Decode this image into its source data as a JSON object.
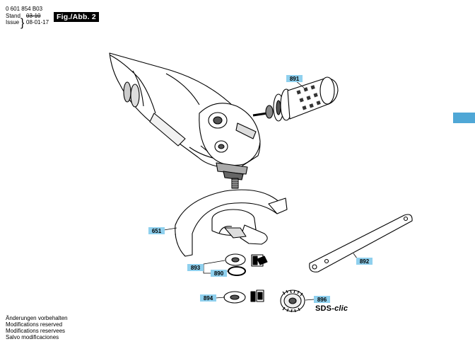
{
  "header": {
    "doc_number": "0 601 854 B03",
    "stand_label": "Stand",
    "stand_value": "03-10",
    "issue_label": "Issue",
    "issue_value": "08-01-17",
    "figure_label": "Fig./Abb. 2"
  },
  "callouts": {
    "c891": "891",
    "c651": "651",
    "c893": "893",
    "c890": "890",
    "c894": "894",
    "c896": "896",
    "c892": "892"
  },
  "sds_label_prefix": "SDS-",
  "sds_label_suffix": "clic",
  "footer": {
    "line1": "Änderungen vorbehalten",
    "line2": "Modifications reserved",
    "line3": "Modifications reservees",
    "line4": "Salvo modificaciones"
  },
  "colors": {
    "callout_bg": "#8fd0ee",
    "side_tab": "#4fa7d6",
    "badge_bg": "#000000"
  }
}
